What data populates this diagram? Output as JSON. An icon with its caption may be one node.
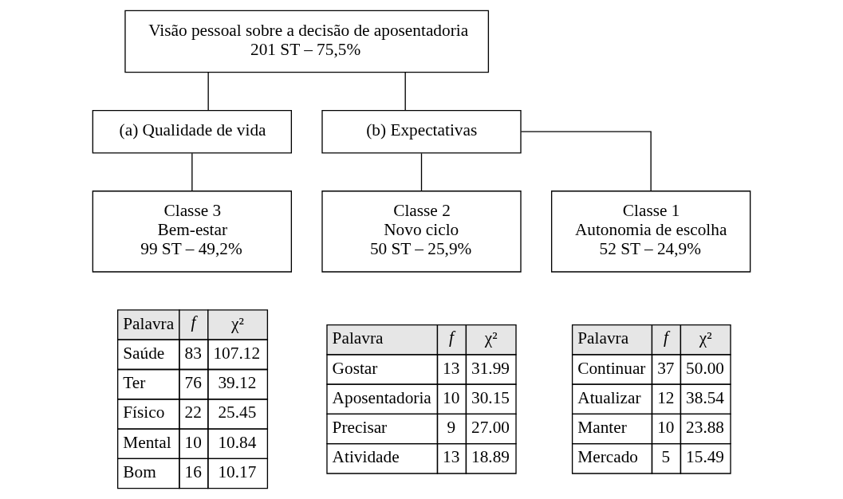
{
  "diagram": {
    "nodes": [
      {
        "text": [
          "Visão pessoal sobre a decisão de aposentadoria",
          "201 ST – 75,5%"
        ]
      },
      {
        "text": [
          "(a) Qualidade de vida"
        ]
      },
      {
        "text": [
          "(b) Expectativas"
        ]
      },
      {
        "text": [
          "Classe 3",
          "Bem-estar",
          "99 ST – 49,2%"
        ]
      },
      {
        "text": [
          "Classe 2",
          "Novo ciclo",
          "50 ST – 25,9%"
        ]
      },
      {
        "text": [
          "Classe 1",
          "Autonomia de escolha",
          "52 ST – 24,9%"
        ]
      }
    ],
    "edges": [
      {
        "from": 0,
        "to": 1,
        "arrow": "none"
      },
      {
        "from": 0,
        "to": 2,
        "arrow": "none"
      },
      {
        "from": 1,
        "to": 3,
        "arrow": "none"
      },
      {
        "from": 2,
        "to": 4,
        "arrow": "none"
      },
      {
        "from": 2,
        "to": 5,
        "arrow": "none"
      }
    ],
    "labels": [
      "Palavra",
      "f",
      "χ²",
      "Saúde",
      "83",
      "107.12",
      "Ter",
      "76",
      "39.12",
      "Físico",
      "22",
      "25.45",
      "Mental",
      "10",
      "10.84",
      "Bom",
      "16",
      "10.17",
      "Palavra",
      "f",
      "χ²",
      "Gostar",
      "13",
      "31.99",
      "Aposentadoria",
      "10",
      "30.15",
      "Precisar",
      "9",
      "27.00",
      "Atividade",
      "13",
      "18.89",
      "Palavra",
      "f",
      "χ²",
      "Continuar",
      "37",
      "50.00",
      "Atualizar",
      "12",
      "38.54",
      "Manter",
      "10",
      "23.88",
      "Mercado",
      "5",
      "15.49"
    ]
  }
}
